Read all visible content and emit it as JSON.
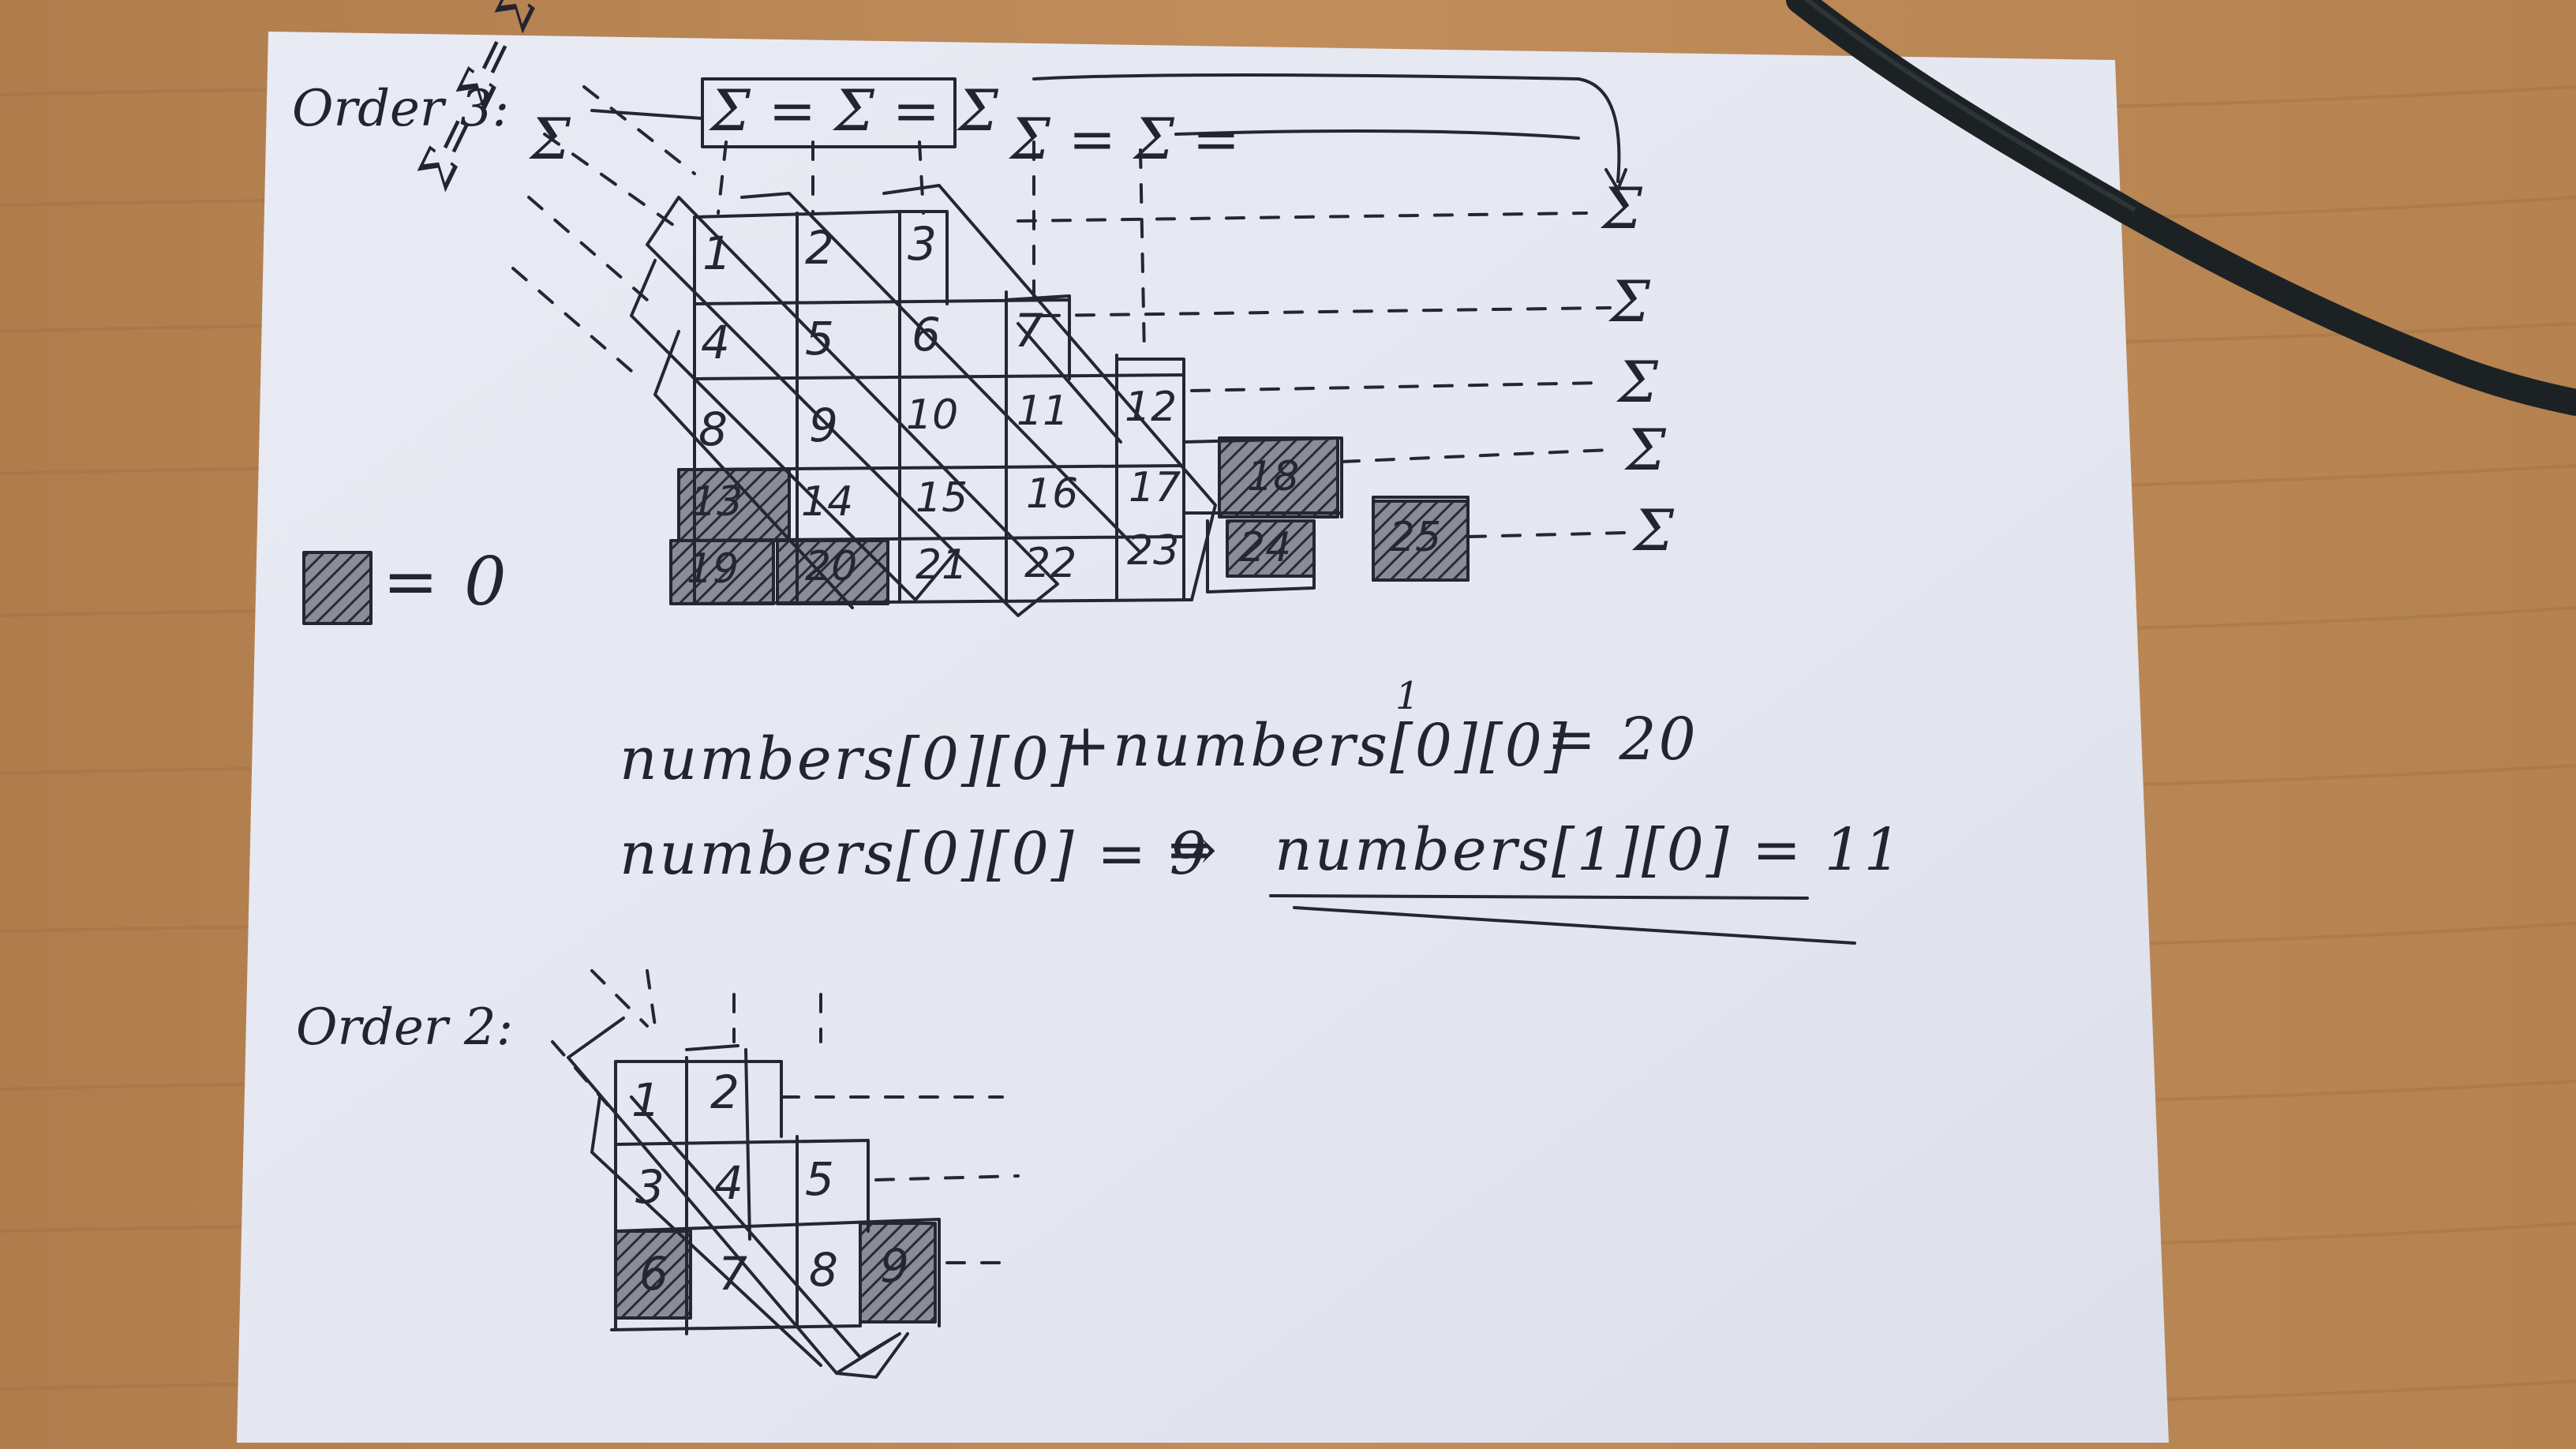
{
  "colors": {
    "desk": "#b98653",
    "paper": "#e6e8f2",
    "ink": "#242430",
    "cable": "#1c2224"
  },
  "order3": {
    "label": "Order 3:",
    "numbers": [
      "1",
      "2",
      "3",
      "4",
      "5",
      "6",
      "7",
      "8",
      "9",
      "10",
      "11",
      "12",
      "13",
      "14",
      "15",
      "16",
      "17",
      "18",
      "19",
      "20",
      "21",
      "22",
      "23",
      "24",
      "25"
    ],
    "sum_box": "Σ = Σ = Σ",
    "sums_top": "Σ = Σ =",
    "sigma": "Σ",
    "left_sums": "Σ= Σ= Σ"
  },
  "legend": {
    "equals_zero": "= 0"
  },
  "equations": {
    "line1_a": "numbers[0][0]",
    "line1_b": "+numbers[0][0]",
    "line1_result": "= 20",
    "superscript": "1",
    "line2_a": "numbers[0][0] = 9",
    "implies": "⇒",
    "line2_b": "numbers[1][0] = 11"
  },
  "order2": {
    "label": "Order 2:",
    "numbers": [
      "1",
      "2",
      "3",
      "4",
      "5",
      "6",
      "7",
      "8",
      "9"
    ]
  }
}
